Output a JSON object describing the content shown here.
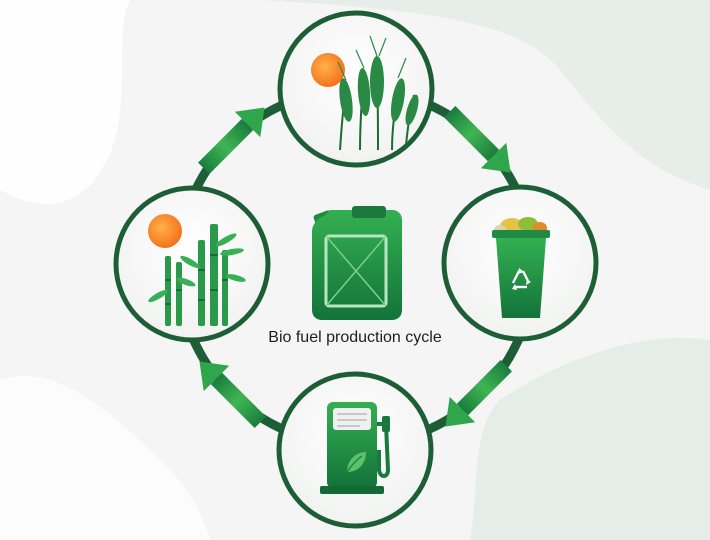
{
  "diagram": {
    "title": "Bio fuel production cycle",
    "nodes": [
      {
        "id": "wheat",
        "icon": "wheat-with-sun-icon"
      },
      {
        "id": "waste",
        "icon": "recycle-bin-icon"
      },
      {
        "id": "fuel",
        "icon": "fuel-pump-icon"
      },
      {
        "id": "bamboo",
        "icon": "bamboo-with-sun-icon"
      }
    ],
    "center_icon": "jerrycan-icon",
    "flow": "clockwise",
    "colors": {
      "primary_green": "#1f8a44",
      "light_green": "#3fb554",
      "dark_ring": "#1d5e36",
      "sun": "#f57c1f",
      "background": "#f4f5f4"
    }
  }
}
